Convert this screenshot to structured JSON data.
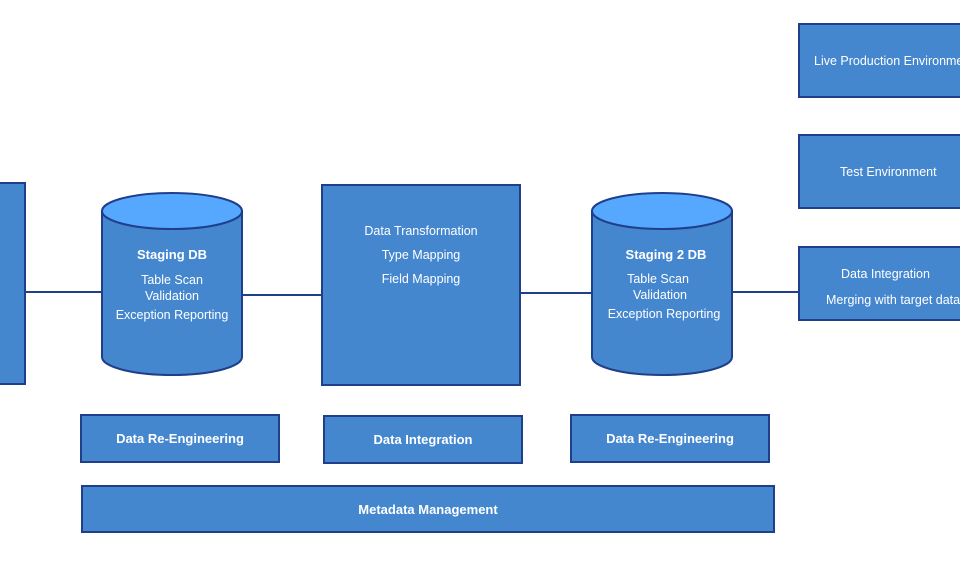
{
  "colors": {
    "fill": "#4487cf",
    "border": "#1f3f8a",
    "cylinder_top": "#56a8ff",
    "background": "#ffffff"
  },
  "staging_db": {
    "title": "Staging DB",
    "lines": [
      "Table Scan",
      "Validation",
      "Exception Reporting"
    ]
  },
  "transformation": {
    "lines": [
      "Data Transformation",
      "Type Mapping",
      "Field Mapping"
    ]
  },
  "staging2_db": {
    "title": "Staging 2 DB",
    "lines": [
      "Table Scan",
      "Validation",
      "Exception Reporting"
    ]
  },
  "right_boxes": {
    "live": "Live Production Environment",
    "test": "Test Environment",
    "integration_line1": "Data Integration",
    "integration_line2": "Merging with target data"
  },
  "labels": {
    "re_engineering_1": "Data Re-Engineering",
    "integration": "Data Integration",
    "re_engineering_2": "Data Re-Engineering",
    "metadata": "Metadata Management"
  }
}
